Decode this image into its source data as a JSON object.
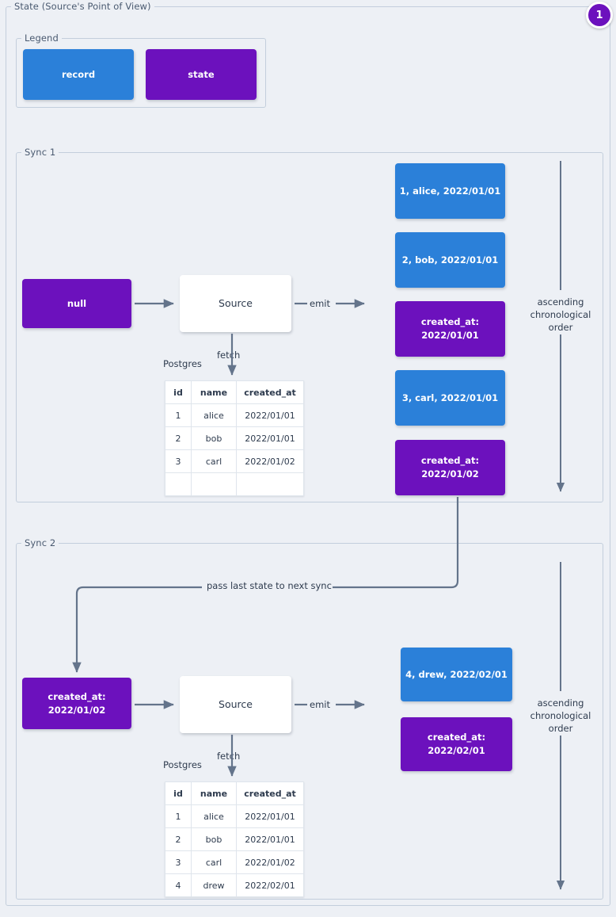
{
  "diagram": {
    "title": "State (Source's Point of View)",
    "badge": "1"
  },
  "legend": {
    "title": "Legend",
    "items": [
      {
        "label": "record",
        "color": "#2b80d9"
      },
      {
        "label": "state",
        "color": "#6c11bd"
      }
    ]
  },
  "connector_labels": {
    "emit": "emit",
    "fetch": "fetch",
    "postgres": "Postgres",
    "pass_state": "pass last state to next sync",
    "order": "ascending chronological order"
  },
  "syncs": [
    {
      "title": "Sync 1",
      "input_state": "null",
      "process": "Source",
      "db_label": "Postgres",
      "table": {
        "columns": [
          "id",
          "name",
          "created_at"
        ],
        "rows": [
          [
            "1",
            "alice",
            "2022/01/01"
          ],
          [
            "2",
            "bob",
            "2022/01/01"
          ],
          [
            "3",
            "carl",
            "2022/01/02"
          ],
          [
            "",
            "",
            ""
          ]
        ]
      },
      "emitted": [
        {
          "kind": "record",
          "text": "1, alice, 2022/01/01"
        },
        {
          "kind": "record",
          "text": "2, bob, 2022/01/01"
        },
        {
          "kind": "state",
          "line1": "created_at:",
          "line2": "2022/01/01"
        },
        {
          "kind": "record",
          "text": "3, carl, 2022/01/01"
        },
        {
          "kind": "state",
          "line1": "created_at:",
          "line2": "2022/01/02"
        }
      ],
      "order_note": "ascending chronological order"
    },
    {
      "title": "Sync 2",
      "input_state_line1": "created_at:",
      "input_state_line2": "2022/01/02",
      "process": "Source",
      "db_label": "Postgres",
      "table": {
        "columns": [
          "id",
          "name",
          "created_at"
        ],
        "rows": [
          [
            "1",
            "alice",
            "2022/01/01"
          ],
          [
            "2",
            "bob",
            "2022/01/01"
          ],
          [
            "3",
            "carl",
            "2022/01/02"
          ],
          [
            "4",
            "drew",
            "2022/02/01"
          ]
        ]
      },
      "emitted": [
        {
          "kind": "record",
          "text": "4, drew, 2022/02/01"
        },
        {
          "kind": "state",
          "line1": "created_at:",
          "line2": "2022/02/01"
        }
      ],
      "order_note": "ascending chronological order"
    }
  ]
}
